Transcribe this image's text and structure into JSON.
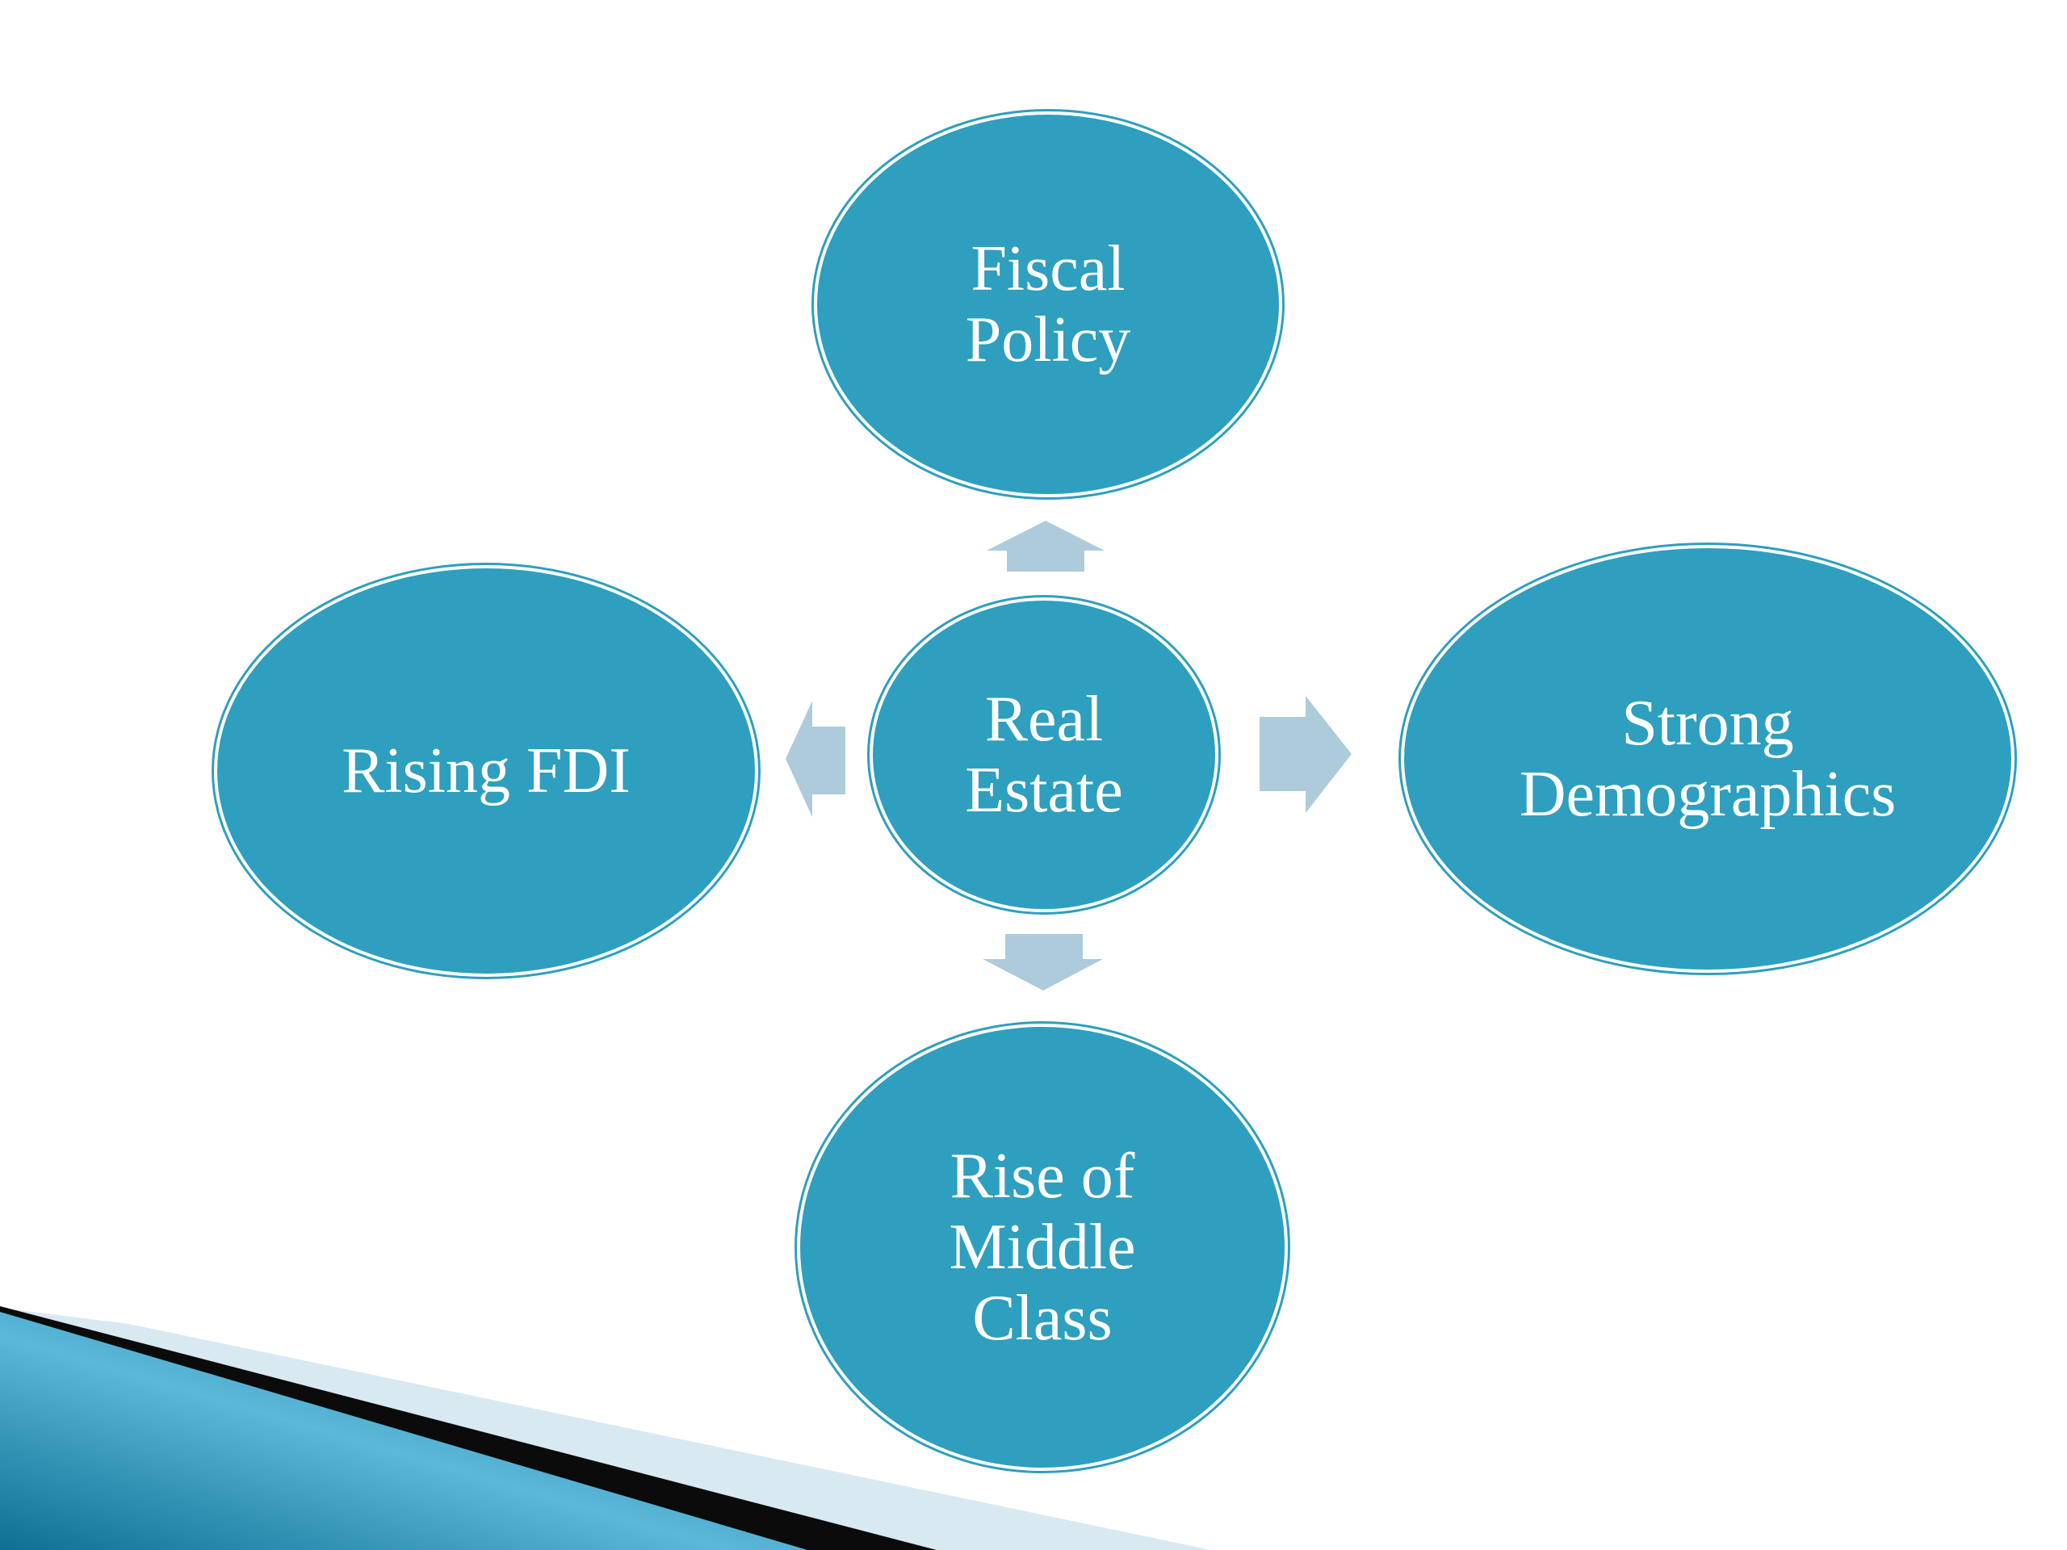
{
  "diagram": {
    "center": {
      "label": "Real\nEstate"
    },
    "nodes": [
      {
        "id": "fiscal-policy",
        "label": "Fiscal\nPolicy",
        "direction": "up"
      },
      {
        "id": "strong-demographics",
        "label": "Strong\nDemographics",
        "direction": "right"
      },
      {
        "id": "rise-of-middle-class",
        "label": "Rise of\nMiddle\nClass",
        "direction": "down"
      },
      {
        "id": "rising-fdi",
        "label": "Rising FDI",
        "direction": "left"
      }
    ]
  },
  "colors": {
    "node_fill": "#2e9fbe",
    "node_outline": "#ffffff",
    "arrow_fill": "#aecbdb",
    "corner_gradient_light": "#5ab8d8",
    "corner_gradient_dark": "#0f6f93",
    "corner_stripe_dark": "#0b0b0b",
    "corner_stripe_light": "#d8e9f2"
  }
}
